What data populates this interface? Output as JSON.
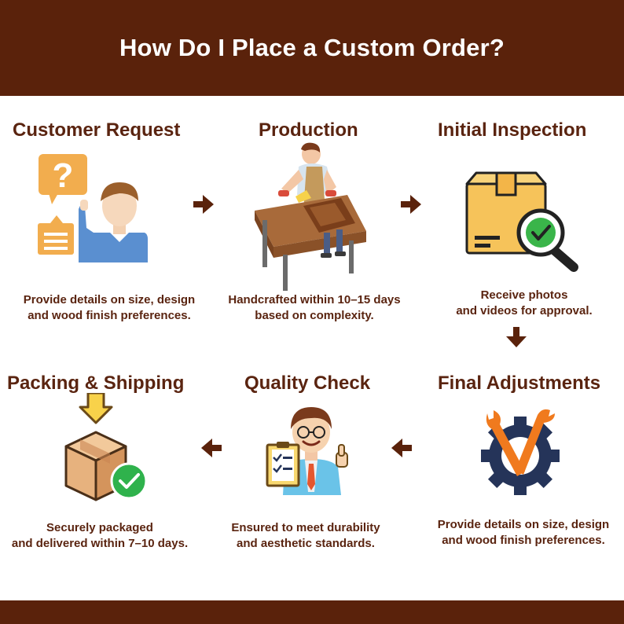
{
  "header": {
    "title": "How Do I Place a Custom Order?"
  },
  "colors": {
    "brand": "#5a220b",
    "text": "#5a2410",
    "accent_yellow": "#f6c35a",
    "accent_green": "#2fb24c"
  },
  "steps": [
    {
      "title": "Customer Request",
      "desc_line1": "Provide details on size, design",
      "desc_line2": "and wood finish preferences.",
      "icon": "customer-question-icon"
    },
    {
      "title": "Production",
      "desc_line1": "Handcrafted within 10–15 days",
      "desc_line2": "based on complexity.",
      "icon": "carpenter-icon"
    },
    {
      "title": "Initial Inspection",
      "desc_line1": "Receive photos",
      "desc_line2": "and videos for approval.",
      "icon": "box-inspection-icon"
    },
    {
      "title": "Final Adjustments",
      "desc_line1": "Provide details on size, design",
      "desc_line2": "and wood finish preferences.",
      "icon": "tools-gear-icon"
    },
    {
      "title": "Quality Check",
      "desc_line1": "Ensured to meet durability",
      "desc_line2": "and aesthetic standards.",
      "icon": "inspector-clipboard-icon"
    },
    {
      "title": "Packing & Shipping",
      "desc_line1": "Securely packaged",
      "desc_line2": "and delivered within 7–10 days.",
      "icon": "package-check-icon"
    }
  ]
}
